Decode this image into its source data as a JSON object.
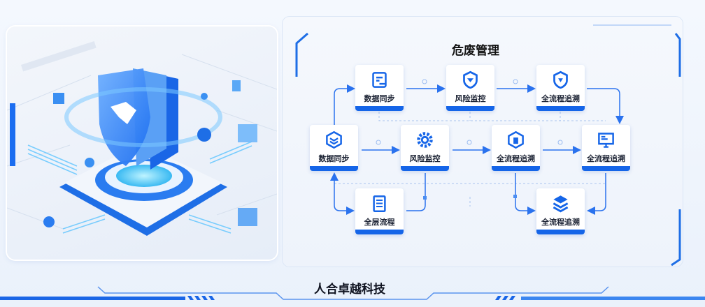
{
  "diagram": {
    "title": "危废管理",
    "nodes": [
      {
        "label": "数据同步",
        "icon": "document-sync-icon"
      },
      {
        "label": "风险监控",
        "icon": "shield-icon"
      },
      {
        "label": "全流程追溯",
        "icon": "shield-icon"
      },
      {
        "label": "数据同步",
        "icon": "hexagon-layers-icon"
      },
      {
        "label": "风险监控",
        "icon": "gear-icon"
      },
      {
        "label": "全流程追溯",
        "icon": "hexagon-trash-icon"
      },
      {
        "label": "全流程追溯",
        "icon": "monitor-icon"
      },
      {
        "label": "全层流程",
        "icon": "clipboard-icon"
      },
      {
        "label": "全流程追溯",
        "icon": "layers-icon"
      }
    ]
  },
  "footer": {
    "title": "人合卓越科技"
  },
  "colors": {
    "accent": "#1565e8",
    "line": "#3a7ff0"
  }
}
